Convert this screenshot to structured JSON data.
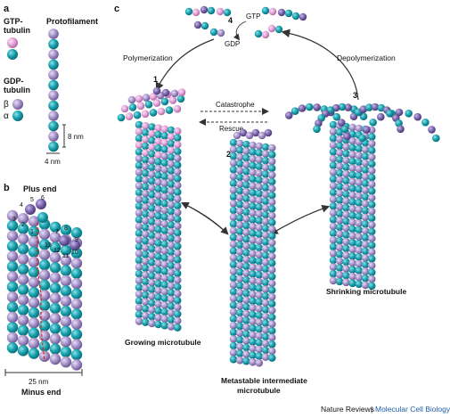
{
  "panels": {
    "a": "a",
    "b": "b",
    "c": "c"
  },
  "panel_a": {
    "gtp_tubulin": [
      "GTP-",
      "tubulin"
    ],
    "gdp_tubulin": [
      "GDP-",
      "tubulin"
    ],
    "beta": "β",
    "alpha": "α",
    "protofilament": "Protofilament",
    "scale_8nm": "8 nm",
    "scale_4nm": "4 nm"
  },
  "panel_b": {
    "plus_end": "Plus end",
    "minus_end": "Minus end",
    "scale_25nm": "25 nm",
    "protofilament_numbers": [
      "1",
      "2",
      "3",
      "4",
      "5",
      "6",
      "7",
      "8",
      "9",
      "10",
      "11",
      "12",
      "13"
    ]
  },
  "panel_c": {
    "step1": "1",
    "step2": "2",
    "step3": "3",
    "step4": "4",
    "gtp": "GTP",
    "gdp": "GDP",
    "polymerization": "Polymerization",
    "depolymerization": "Depolymerization",
    "catastrophe": "Catastrophe",
    "rescue": "Rescue",
    "growing": "Growing microtubule",
    "metastable": [
      "Metastable intermediate",
      "microtubule"
    ],
    "shrinking": "Shrinking microtubule"
  },
  "footer": {
    "journal": "Nature Reviews",
    "separator": "|",
    "section": "Molecular Cell Biology"
  },
  "colors": {
    "alpha_teal": "#1aa3b0",
    "beta_lilac": "#a895c8",
    "gtp_pink": "#e4a3d8",
    "section_blue": "#1f5fa8"
  }
}
